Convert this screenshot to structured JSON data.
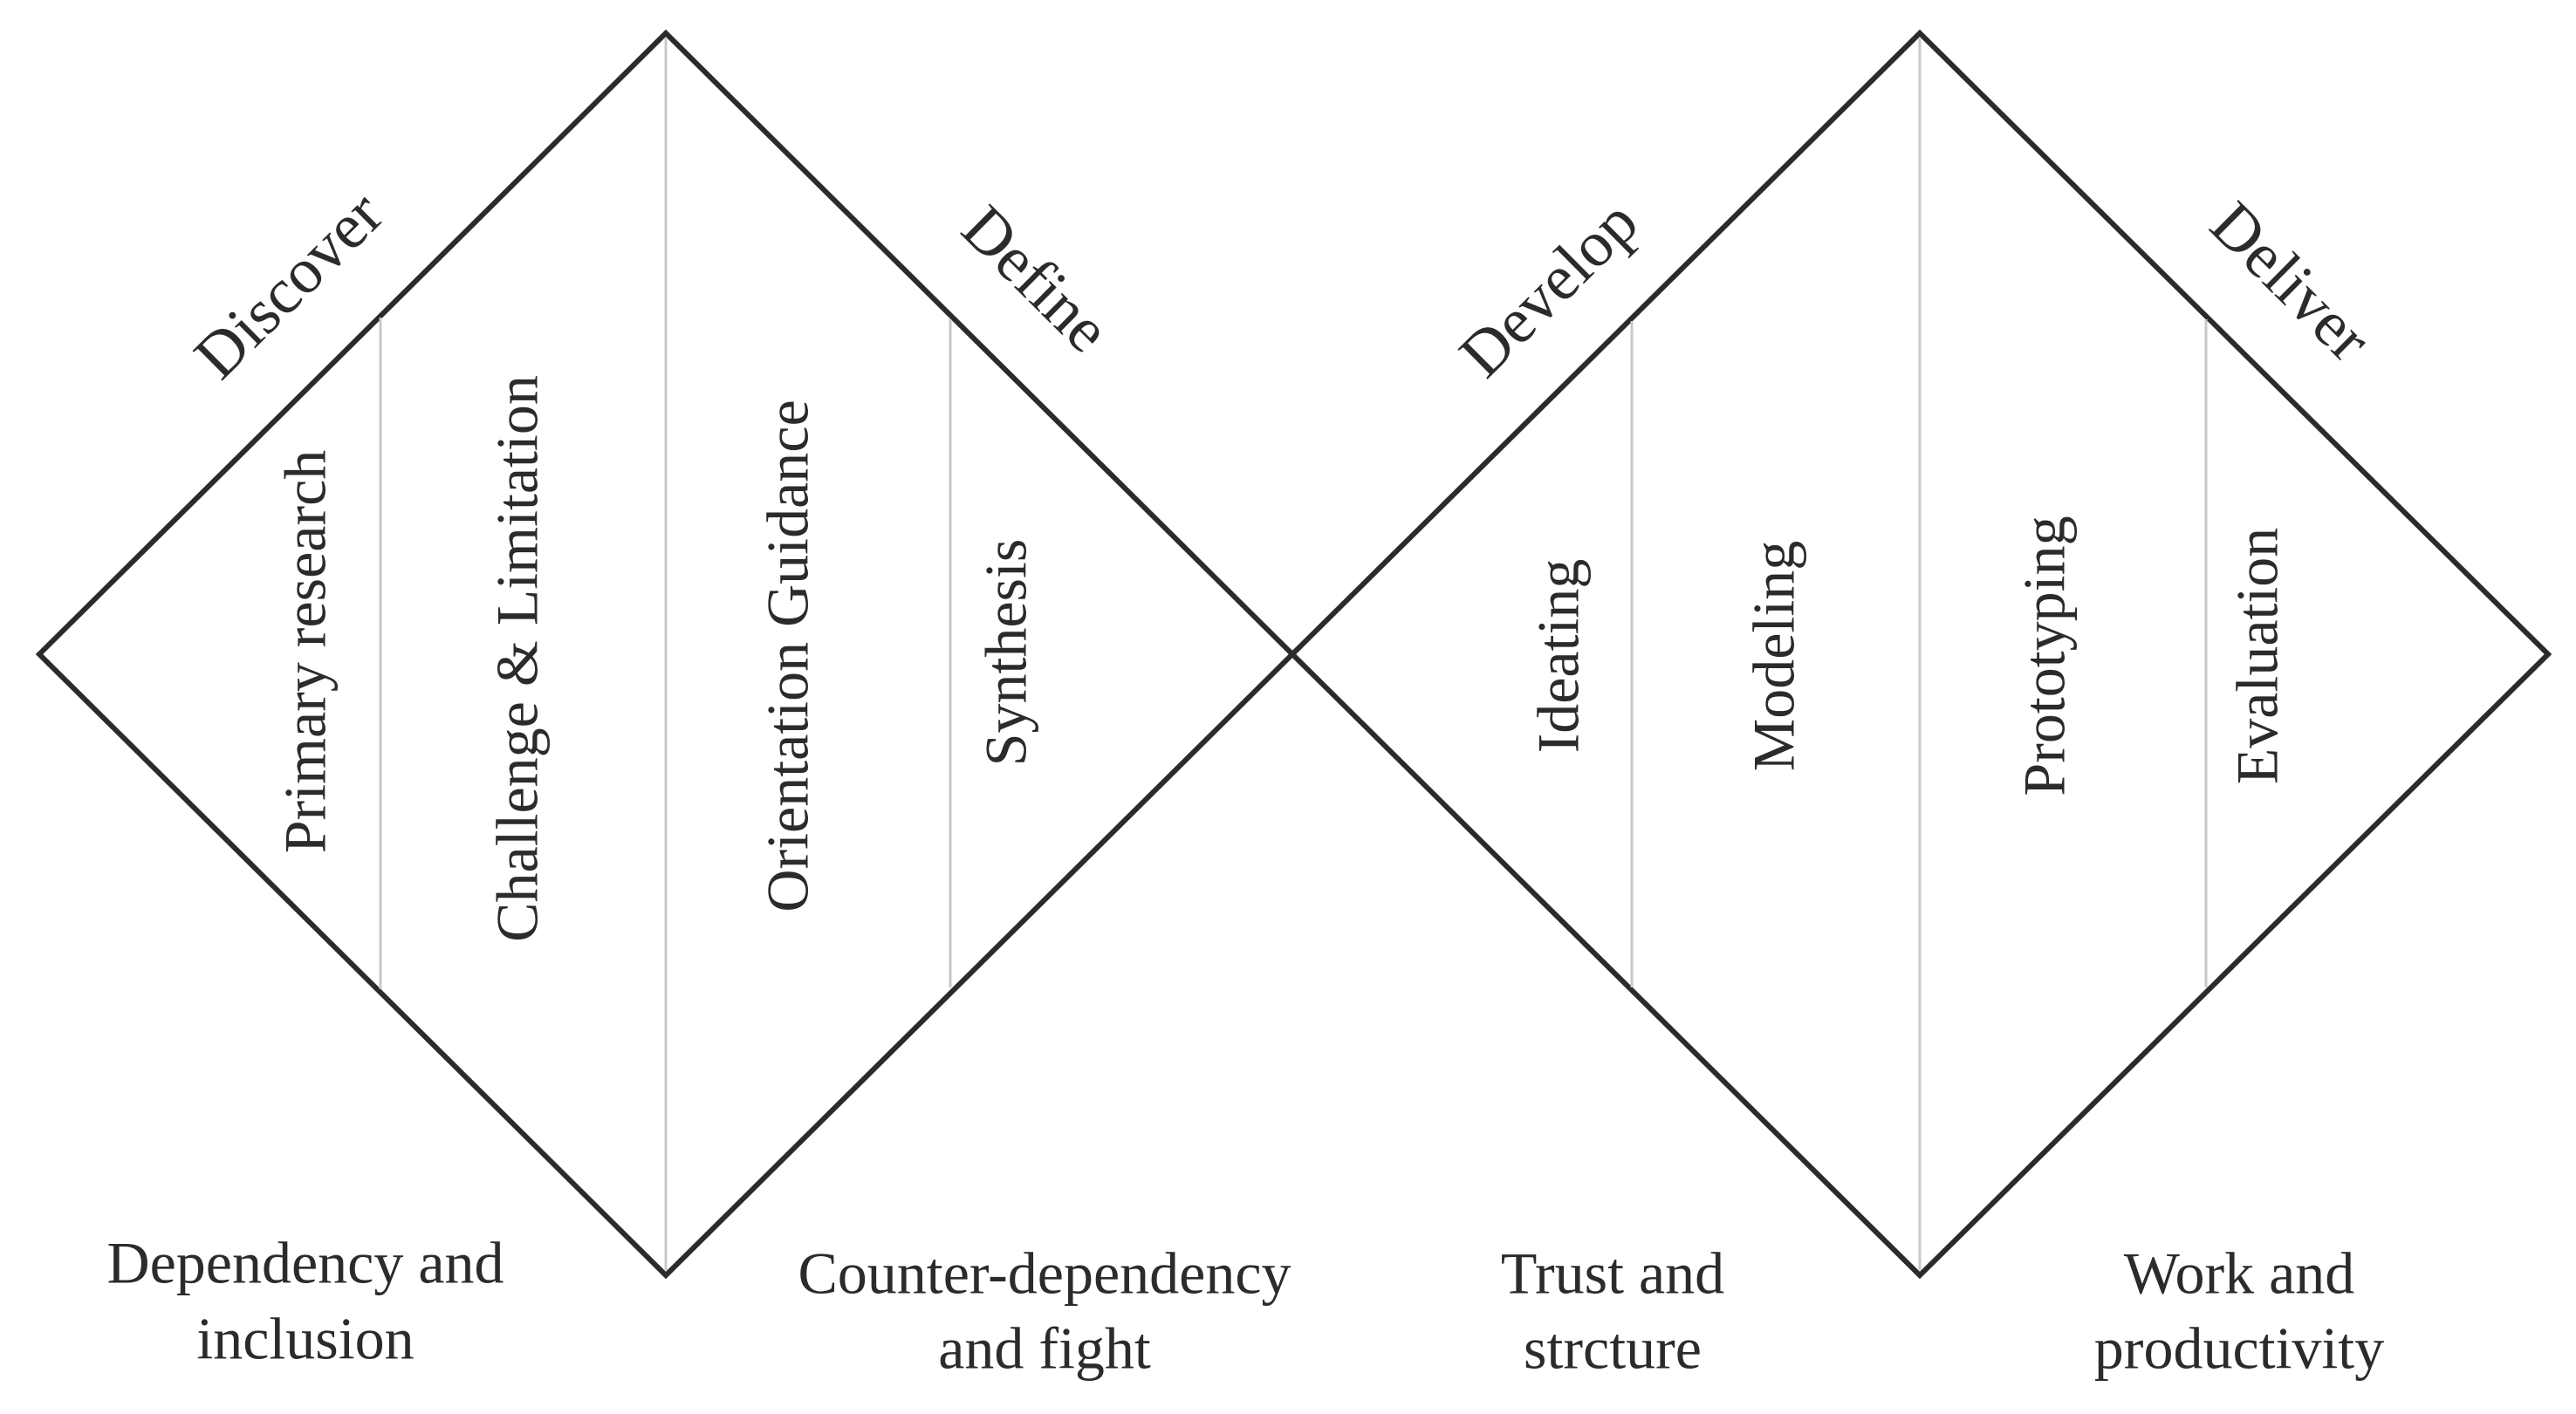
{
  "phases": [
    {
      "id": "discover",
      "label": "Discover"
    },
    {
      "id": "define",
      "label": "Define"
    },
    {
      "id": "develop",
      "label": "Develop"
    },
    {
      "id": "deliver",
      "label": "Deliver"
    }
  ],
  "activities": [
    {
      "id": "primary-research",
      "label": "Primary research"
    },
    {
      "id": "challenge-limitation",
      "label": "Challenge & Limitation"
    },
    {
      "id": "orientation-guidance",
      "label": "Orientation Guidance"
    },
    {
      "id": "synthesis",
      "label": "Synthesis"
    },
    {
      "id": "ideating",
      "label": "Ideating"
    },
    {
      "id": "modeling",
      "label": "Modeling"
    },
    {
      "id": "prototyping",
      "label": "Prototyping"
    },
    {
      "id": "evaluation",
      "label": "Evaluation"
    }
  ],
  "group_dynamics": [
    {
      "id": "dependency",
      "lines": [
        "Dependency and",
        "inclusion"
      ]
    },
    {
      "id": "counter-dependency",
      "lines": [
        "Counter-dependency",
        "and fight"
      ]
    },
    {
      "id": "trust",
      "lines": [
        "Trust and",
        "strcture"
      ]
    },
    {
      "id": "work",
      "lines": [
        "Work and",
        "productivity"
      ]
    }
  ]
}
